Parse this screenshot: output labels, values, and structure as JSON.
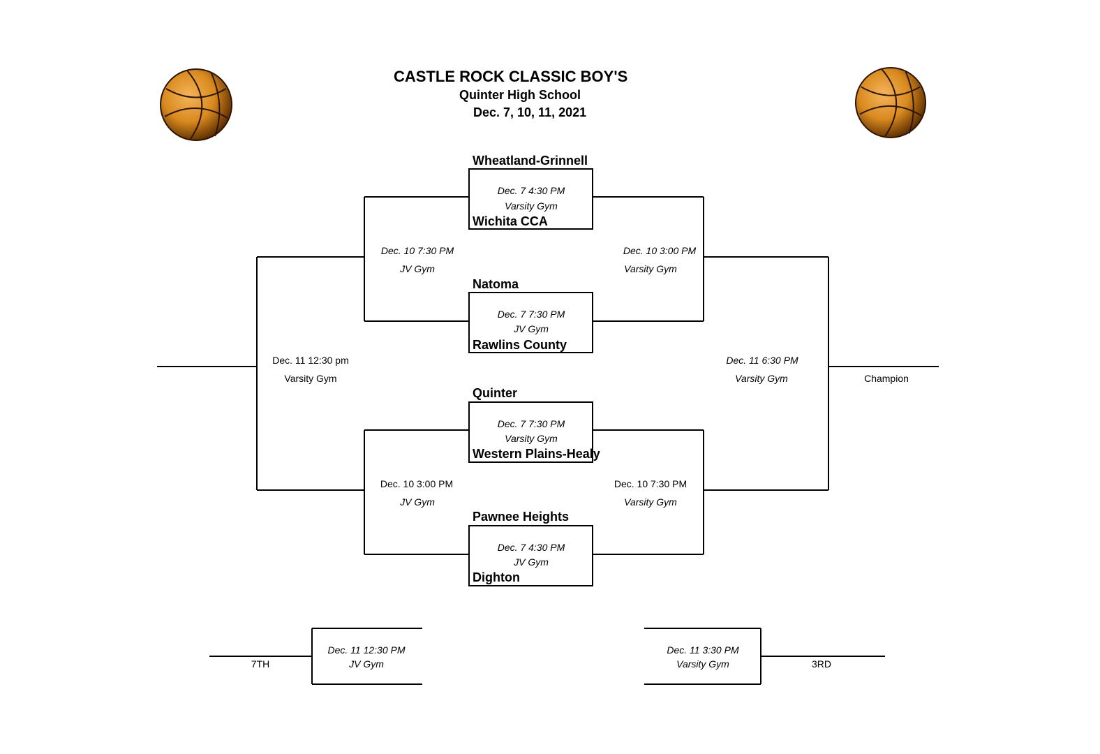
{
  "header": {
    "title": "CASTLE ROCK CLASSIC BOY'S",
    "school": "Quinter High School",
    "dates": "Dec. 7, 10, 11, 2021"
  },
  "colors": {
    "ball": "#d98a1e",
    "ball_dark": "#5a2c00",
    "line": "#000000"
  },
  "icons": {
    "left": "basketball-icon",
    "right": "basketball-icon"
  },
  "round1": [
    {
      "top_team": "Wheatland-Grinnell",
      "bottom_team": "Wichita CCA",
      "date": "Dec. 7   4:30 PM",
      "venue": "Varsity Gym"
    },
    {
      "top_team": "Natoma",
      "bottom_team": "Rawlins County",
      "date": "Dec. 7    7:30 PM",
      "venue": "JV Gym"
    },
    {
      "top_team": "Quinter",
      "bottom_team": "Western Plains-Healy",
      "date": "Dec. 7    7:30 PM",
      "venue": "Varsity Gym"
    },
    {
      "top_team": "Pawnee Heights",
      "bottom_team": "Dighton",
      "date": "Dec. 7    4:30 PM",
      "venue": "JV Gym"
    }
  ],
  "round2": {
    "upper_left": {
      "date": "Dec. 10   7:30 PM",
      "venue": "JV Gym"
    },
    "upper_right": {
      "date": "Dec. 10 3:00 PM",
      "venue": "Varsity Gym"
    },
    "lower_left": {
      "date": "Dec. 10 3:00 PM",
      "venue": "JV Gym"
    },
    "lower_right": {
      "date": "Dec. 10    7:30 PM",
      "venue": "Varsity Gym"
    }
  },
  "final_left": {
    "date": "Dec. 11    12:30 pm",
    "venue": "Varsity Gym"
  },
  "final_right": {
    "date": "Dec. 11   6:30 PM",
    "venue": "Varsity Gym"
  },
  "champion_label": "Champion",
  "seventh": {
    "date": "Dec. 11   12:30 PM",
    "venue": "JV Gym",
    "label": "7TH"
  },
  "third": {
    "date": "Dec. 11    3:30 PM",
    "venue": "Varsity Gym",
    "label": "3RD"
  }
}
